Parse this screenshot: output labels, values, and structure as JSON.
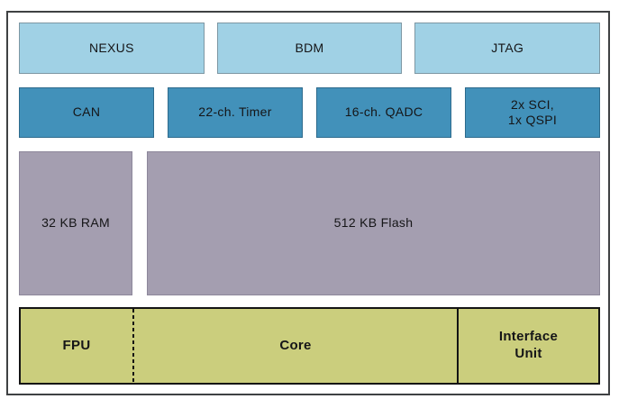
{
  "colors": {
    "frame_border": "#3f4143",
    "debug_fill": "#a0d1e5",
    "debug_border": "#7d97a3",
    "peripheral_fill": "#4291ba",
    "peripheral_border": "#2d6a8c",
    "memory_fill": "#a49eb0",
    "memory_border": "#8d879b",
    "core_fill": "#cbce7d",
    "core_border": "#141414",
    "label_text": "#151517"
  },
  "blocks": {
    "debug_row": [
      {
        "label": "NEXUS"
      },
      {
        "label": "BDM"
      },
      {
        "label": "JTAG"
      }
    ],
    "peripheral_row": [
      {
        "label": "CAN"
      },
      {
        "label": "22-ch. Timer"
      },
      {
        "label": "16-ch. QADC"
      },
      {
        "label": "2x SCI,\n1x QSPI"
      }
    ],
    "memory_row": {
      "ram": "32 KB RAM",
      "flash": "512 KB Flash"
    },
    "core_row": {
      "fpu": "FPU",
      "core": "Core",
      "interface_unit": "Interface\nUnit"
    }
  }
}
